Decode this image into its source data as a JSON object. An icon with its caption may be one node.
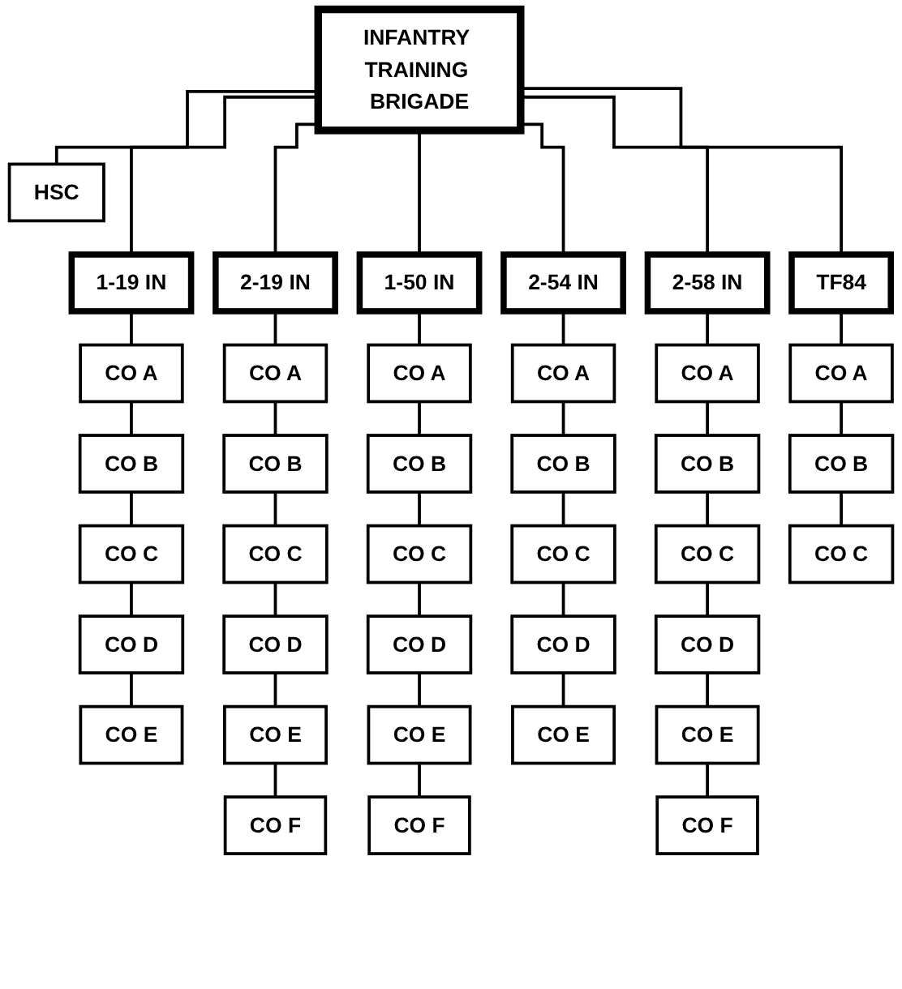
{
  "diagram": {
    "nodes": [
      {
        "text": [
          "INFANTRY TRAINING BRIGADE"
        ]
      },
      {
        "text": [
          "HSC"
        ]
      },
      {
        "text": [
          "1-19 IN"
        ]
      },
      {
        "text": [
          "2-19 IN"
        ]
      },
      {
        "text": [
          "1-50 IN"
        ]
      },
      {
        "text": [
          "2-54 IN"
        ]
      },
      {
        "text": [
          "2-58 IN"
        ]
      },
      {
        "text": [
          "TF84"
        ]
      },
      {
        "text": [
          "CO A"
        ]
      },
      {
        "text": [
          "CO A"
        ]
      },
      {
        "text": [
          "CO A"
        ]
      },
      {
        "text": [
          "CO A"
        ]
      },
      {
        "text": [
          "CO A"
        ]
      },
      {
        "text": [
          "CO A"
        ]
      },
      {
        "text": [
          "CO B"
        ]
      },
      {
        "text": [
          "CO B"
        ]
      },
      {
        "text": [
          "CO B"
        ]
      },
      {
        "text": [
          "CO B"
        ]
      },
      {
        "text": [
          "CO B"
        ]
      },
      {
        "text": [
          "CO B"
        ]
      },
      {
        "text": [
          "CO C"
        ]
      },
      {
        "text": [
          "CO C"
        ]
      },
      {
        "text": [
          "CO C"
        ]
      },
      {
        "text": [
          "CO C"
        ]
      },
      {
        "text": [
          "CO C"
        ]
      },
      {
        "text": [
          "CO C"
        ]
      },
      {
        "text": [
          "CO D"
        ]
      },
      {
        "text": [
          "CO D"
        ]
      },
      {
        "text": [
          "CO D"
        ]
      },
      {
        "text": [
          "CO D"
        ]
      },
      {
        "text": [
          "CO D"
        ]
      },
      {
        "text": [
          "CO E"
        ]
      },
      {
        "text": [
          "CO E"
        ]
      },
      {
        "text": [
          "CO E"
        ]
      },
      {
        "text": [
          "CO E"
        ]
      },
      {
        "text": [
          "CO E"
        ]
      },
      {
        "text": [
          "CO F"
        ]
      },
      {
        "text": [
          "CO F"
        ]
      },
      {
        "text": [
          "CO F"
        ]
      }
    ],
    "edges": [
      {
        "from": 0,
        "to": 1,
        "arrow": "none"
      },
      {
        "from": 0,
        "to": 2,
        "arrow": "none"
      },
      {
        "from": 0,
        "to": 3,
        "arrow": "none"
      },
      {
        "from": 0,
        "to": 4,
        "arrow": "none"
      },
      {
        "from": 0,
        "to": 5,
        "arrow": "none"
      },
      {
        "from": 0,
        "to": 6,
        "arrow": "none"
      },
      {
        "from": 0,
        "to": 7,
        "arrow": "none"
      },
      {
        "from": 2,
        "to": 8,
        "arrow": "none"
      },
      {
        "from": 3,
        "to": 9,
        "arrow": "none"
      },
      {
        "from": 4,
        "to": 10,
        "arrow": "none"
      },
      {
        "from": 5,
        "to": 11,
        "arrow": "none"
      },
      {
        "from": 6,
        "to": 12,
        "arrow": "none"
      },
      {
        "from": 7,
        "to": 13,
        "arrow": "none"
      },
      {
        "from": 8,
        "to": 14,
        "arrow": "none"
      },
      {
        "from": 9,
        "to": 15,
        "arrow": "none"
      },
      {
        "from": 10,
        "to": 16,
        "arrow": "none"
      },
      {
        "from": 11,
        "to": 17,
        "arrow": "none"
      },
      {
        "from": 12,
        "to": 18,
        "arrow": "none"
      },
      {
        "from": 13,
        "to": 19,
        "arrow": "none"
      },
      {
        "from": 14,
        "to": 20,
        "arrow": "none"
      },
      {
        "from": 15,
        "to": 21,
        "arrow": "none"
      },
      {
        "from": 16,
        "to": 22,
        "arrow": "none"
      },
      {
        "from": 17,
        "to": 23,
        "arrow": "none"
      },
      {
        "from": 18,
        "to": 24,
        "arrow": "none"
      },
      {
        "from": 19,
        "to": 25,
        "arrow": "none"
      },
      {
        "from": 20,
        "to": 26,
        "arrow": "none"
      },
      {
        "from": 21,
        "to": 27,
        "arrow": "none"
      },
      {
        "from": 22,
        "to": 28,
        "arrow": "none"
      },
      {
        "from": 23,
        "to": 29,
        "arrow": "none"
      },
      {
        "from": 24,
        "to": 30,
        "arrow": "none"
      },
      {
        "from": 26,
        "to": 31,
        "arrow": "none"
      },
      {
        "from": 27,
        "to": 32,
        "arrow": "none"
      },
      {
        "from": 28,
        "to": 33,
        "arrow": "none"
      },
      {
        "from": 29,
        "to": 34,
        "arrow": "none"
      },
      {
        "from": 30,
        "to": 35,
        "arrow": "none"
      },
      {
        "from": 32,
        "to": 36,
        "arrow": "none"
      },
      {
        "from": 33,
        "to": 37,
        "arrow": "none"
      },
      {
        "from": 35,
        "to": 38,
        "arrow": "none"
      }
    ]
  }
}
